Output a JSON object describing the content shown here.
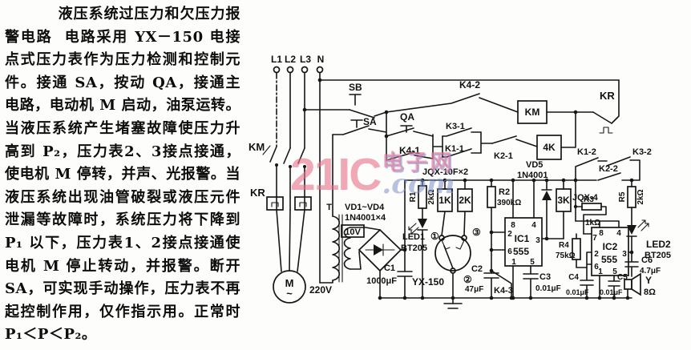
{
  "article": {
    "title": "液压系统过压力和欠压力报警电路",
    "body": "电路采用 YX－150 电接点式压力表作为压力检测和控制元件。接通 SA，按动 QA，接通主电路，电动机 M 启动，油泵运转。当液压系统产生堵塞故障使压力升高到 P₂，压力表2、3接点接通，使电机 M 停转，并声、光报警。当液压系统出现油管破裂或液压元件泄漏等故障时，系统压力将下降到 P₁ 以下，压力表1、2接点接通使电机 M 停止转动，并报警。断开 SA，可实现手动操作，压力表不再起控制作用，仅作指示用。正常时 P₁＜P＜P₂。"
  },
  "watermark": {
    "brand": "21IC",
    "suffix": ".com",
    "site": "电子网"
  },
  "schematic": {
    "pins": {
      "p1": "1",
      "p2": "2",
      "p3": "3",
      "p4": "4",
      "p5": "5",
      "p6": "6",
      "p7": "7",
      "p8": "8"
    },
    "labels": {
      "l1": "L1",
      "l2": "L2",
      "l3": "L3",
      "n": "N",
      "km": "KM",
      "kr": "KR",
      "motor": "M",
      "motor_tilde": "~",
      "sb": "SB",
      "sa": "SA",
      "qa": "QA",
      "k4_1": "K4-1",
      "k4_2": "K4-2",
      "k3_1": "K3-1",
      "k1_1": "K1-1",
      "k2_1": "K2-1",
      "km_coil": "KM",
      "coil_4k": "4K",
      "kr_contact": "KR",
      "t": "T",
      "vd_bridge": "VD1~VD4",
      "vd_bridge_type": "1N4001×4",
      "v10": "10V",
      "v220": "220V",
      "c1": "C1",
      "c1_val": "1000μF",
      "jqx10": "JQX-10F×2",
      "r1": "R1",
      "r1_val": "2kΩ",
      "led1": "LED1",
      "led1_type": "BT205",
      "coil_1k": "1K",
      "coil_2k": "2K",
      "gauge": "YX-150",
      "term1": "①",
      "term2": "②",
      "term3": "③",
      "r2": "R2",
      "r2_val": "390kΩ",
      "ic1": "IC1",
      "ic1_type": "555",
      "ic2": "IC2",
      "ic2_type": "555",
      "c2": "C2",
      "c2_val": "47μF",
      "k4_3": "K4-3",
      "c3": "C3",
      "c3_val": "0.01μF",
      "vd5": "VD5",
      "vd5_type": "1N4001",
      "coil_3k": "3K",
      "jqx4": "JQX-4",
      "k1_2": "K1-2",
      "k3_2": "K3-2",
      "k2_2": "K2-2",
      "r3": "R3",
      "r3_val": "1kΩ",
      "r4": "R4",
      "r4_val": "75kΩ",
      "c4": "C4",
      "c4_val": "0.01μF",
      "c5": "C5",
      "c5_val": "0.01μF",
      "c6": "C6",
      "c6_val": "4.7μF",
      "r5": "R5",
      "r5_val": "2kΩ",
      "led2": "LED2",
      "led2_type": "BT205",
      "y": "Y",
      "y_val": "8Ω"
    }
  }
}
